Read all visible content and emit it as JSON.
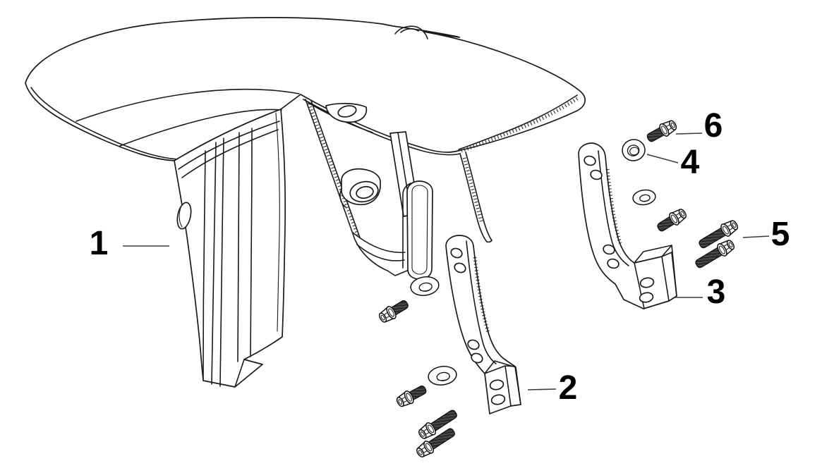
{
  "diagram": {
    "title": "fender-exploded-parts-diagram",
    "background_color": "#ffffff",
    "line_color": "#1a1a1a",
    "thread_color": "#2d2d2d",
    "callouts": [
      {
        "label": "1",
        "part": "front-fender"
      },
      {
        "label": "2",
        "part": "center-mounting-bracket"
      },
      {
        "label": "3",
        "part": "right-mounting-bracket"
      },
      {
        "label": "4",
        "part": "washer"
      },
      {
        "label": "5",
        "part": "long-flange-bolts"
      },
      {
        "label": "6",
        "part": "short-flange-bolt"
      }
    ]
  }
}
